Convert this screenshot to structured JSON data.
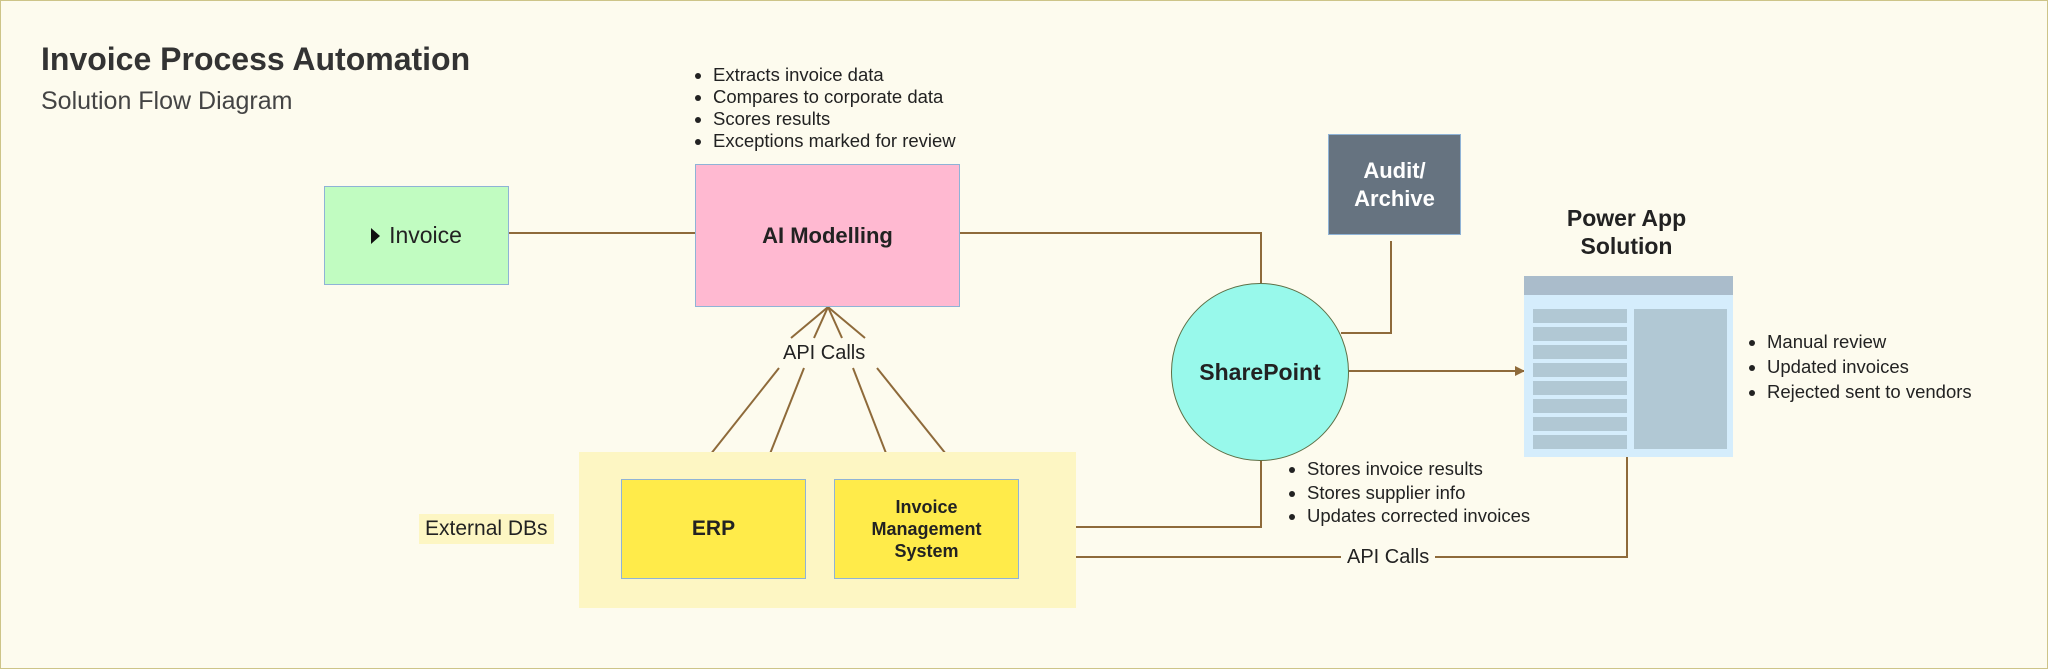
{
  "header": {
    "title": "Invoice Process Automation",
    "subtitle": "Solution Flow Diagram"
  },
  "nodes": {
    "invoice": {
      "label": "Invoice"
    },
    "ai_modelling": {
      "label": "AI Modelling",
      "notes": [
        "Extracts invoice data",
        "Compares to corporate data",
        "Scores results",
        "Exceptions marked for review"
      ]
    },
    "audit": {
      "line1": "Audit/",
      "line2": "Archive"
    },
    "sharepoint": {
      "label": "SharePoint",
      "notes": [
        "Stores invoice results",
        "Stores supplier info",
        "Updates corrected invoices"
      ]
    },
    "power_app": {
      "title_line1": "Power App",
      "title_line2": "Solution",
      "notes": [
        "Manual review",
        "Updated invoices",
        "Rejected sent to vendors"
      ]
    },
    "erp": {
      "label": "ERP"
    },
    "ims": {
      "line1": "Invoice",
      "line2": "Management",
      "line3": "System"
    },
    "external": {
      "label": "External DBs"
    }
  },
  "edge_labels": {
    "api_calls_ai": "API Calls",
    "api_calls_app": "API Calls"
  },
  "colors": {
    "background": "#fdfbee",
    "connector": "#8e6a3a",
    "invoice_fill": "#c1fcc1",
    "ai_fill": "#ffb9d1",
    "audit_fill": "#667380",
    "sharepoint_fill": "#98f9eb",
    "db_fill": "#ffeb4a",
    "external_area": "#fdf6c3",
    "app_frame": "#d5edfc"
  },
  "icons": {
    "invoice": "play-triangle-icon"
  }
}
